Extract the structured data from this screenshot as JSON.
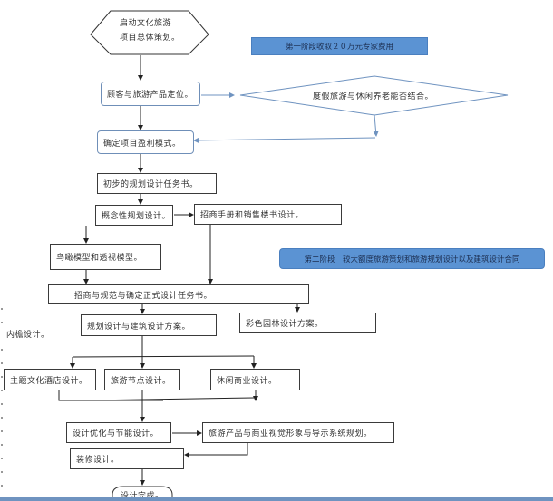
{
  "diagram": {
    "start": {
      "text_line1": "启动文化旅游",
      "text_line2": "项目总体策划。"
    },
    "phase1_banner": "第一阶段收取２０万元专家费用",
    "phase2_banner": "第二阶段　较大额度旅游策划和旅游规划设计以及建筑设计合同",
    "decision": "度假旅游与休闲养老能否结合。",
    "steps": {
      "customer_positioning": "顾客与旅游产品定位。",
      "profit_model": "确定项目盈利模式。",
      "preliminary_task": "初步的规划设计任务书。",
      "concept_planning": "概念性规划设计。",
      "investment_brochure": "招商手册和销售楼书设计。",
      "aerial_model": "鸟瞰模型和透视模型。",
      "formal_task": "招商与规范与确定正式设计任务书。",
      "planning_architecture": "规划设计与建筑设计方案。",
      "color_landscape": "彩色园林设计方案。",
      "interior_label": "内檐设计。",
      "theme_hotel": "主题文化酒店设计。",
      "tourism_node": "旅游节点设计。",
      "leisure_commerce": "休闲商业设计。",
      "optimization": "设计优化与节能设计。",
      "visual_identity": "旅游产品与商业视觉形象与导示系统规划。",
      "decoration": "装修设计。",
      "complete": "设计完成。"
    }
  }
}
